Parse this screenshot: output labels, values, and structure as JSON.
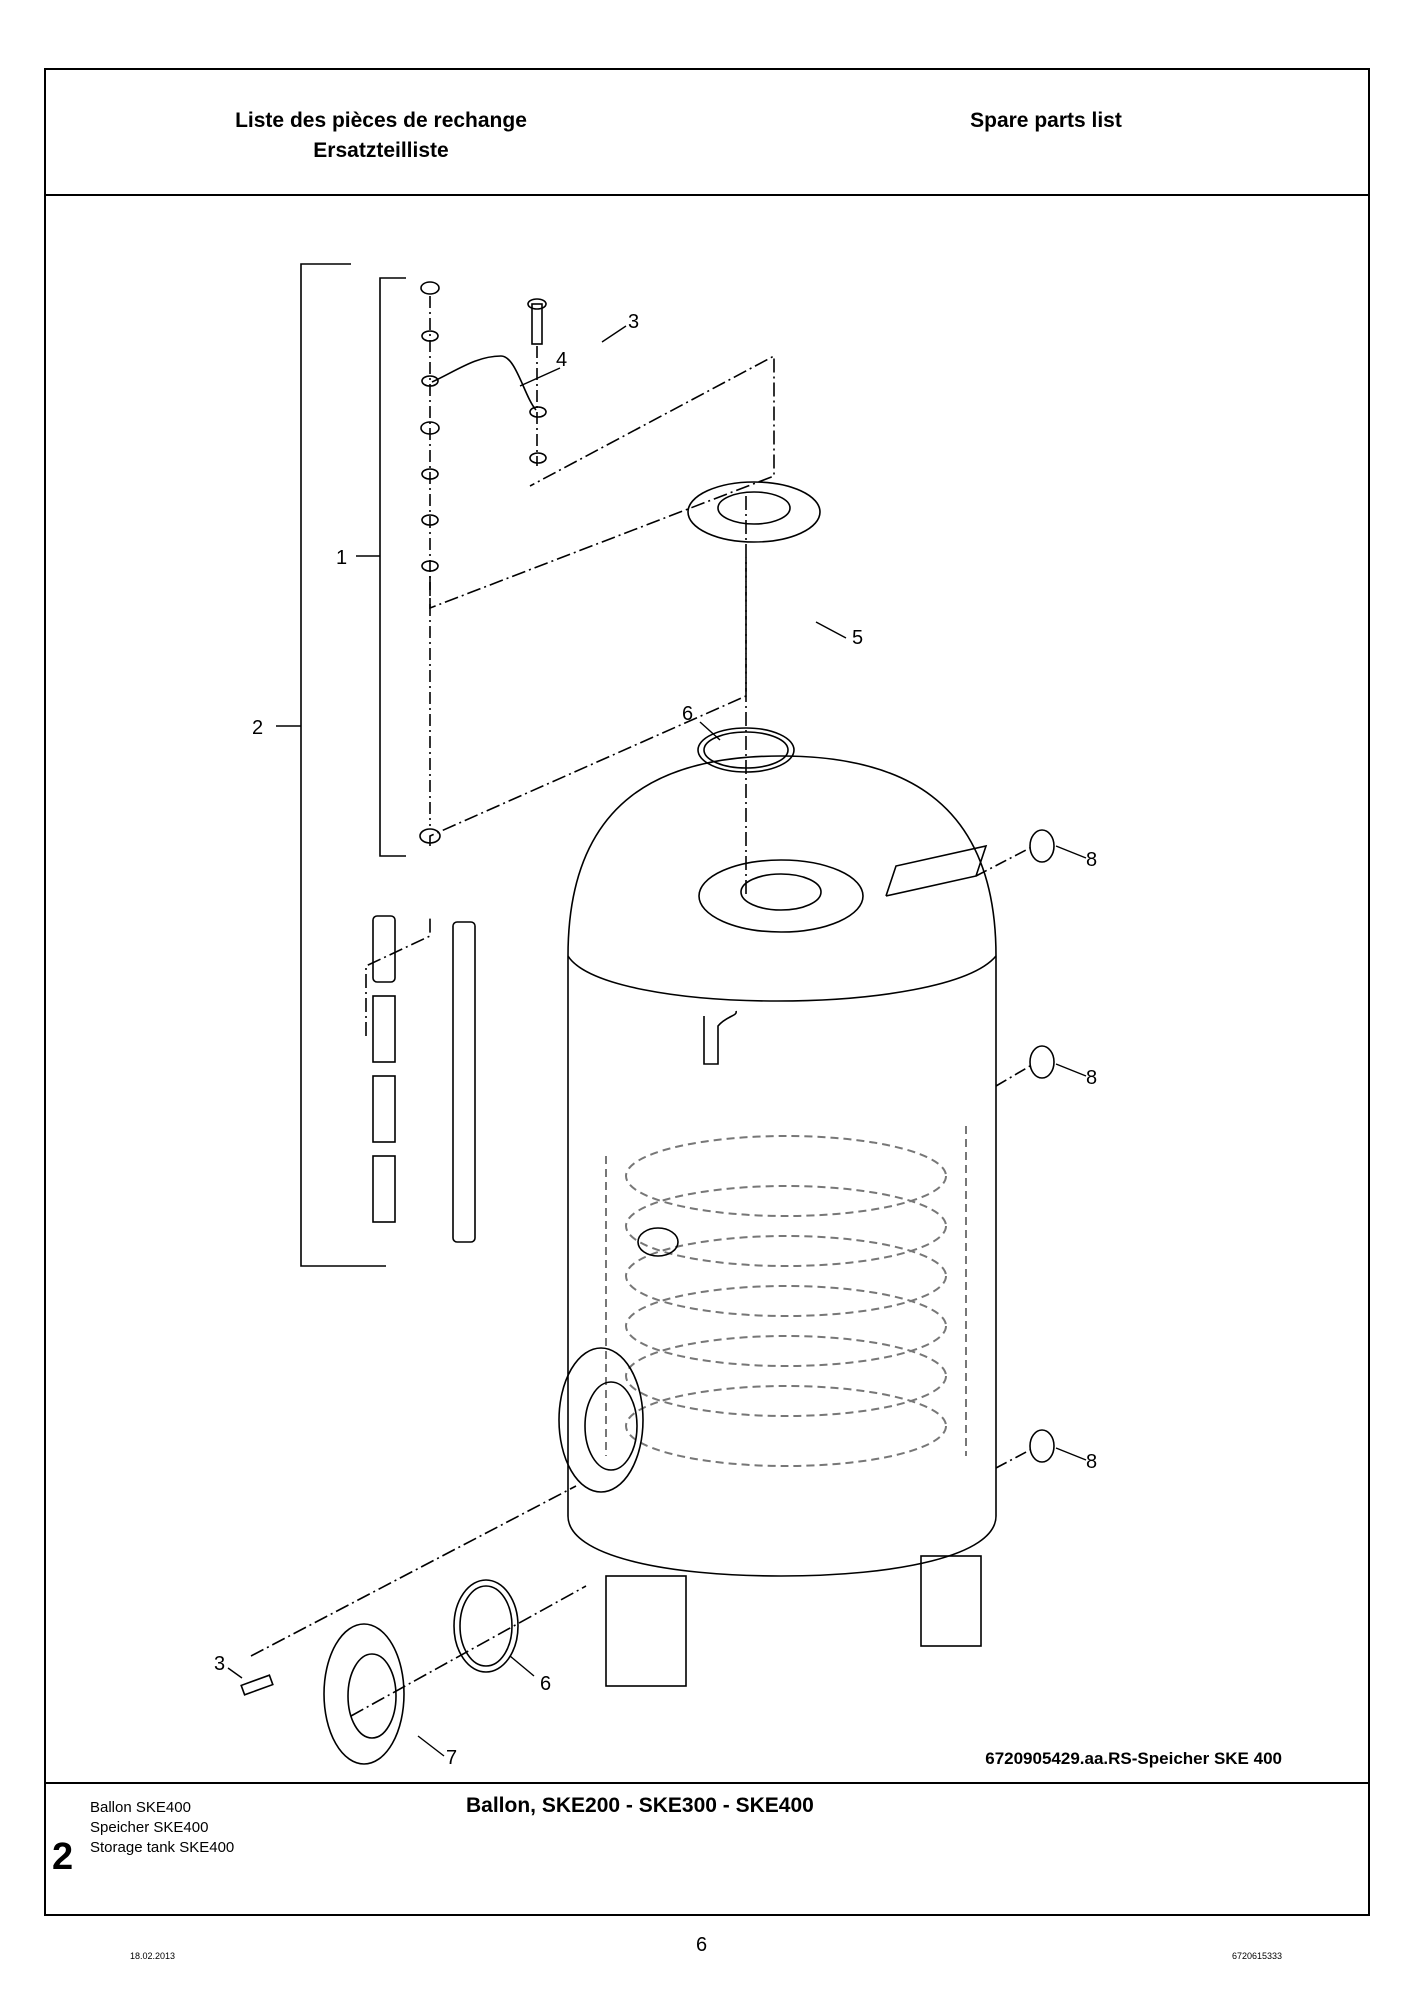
{
  "header": {
    "left_line1": "Liste des pièces de rechange",
    "left_line2": "Ersatzteilliste",
    "right": "Spare parts list"
  },
  "drawing": {
    "caption": "6720905429.aa.RS-Speicher SKE 400",
    "callouts": [
      "1",
      "2",
      "3",
      "4",
      "5",
      "6",
      "8",
      "8",
      "8",
      "6",
      "3",
      "7"
    ]
  },
  "footer": {
    "names": [
      "Ballon SKE400",
      "Speicher SKE400",
      "Storage tank SKE400"
    ],
    "section_number": "2",
    "title": "Ballon, SKE200 - SKE300 - SKE400"
  },
  "page": {
    "date": "18.02.2013",
    "number": "6",
    "code": "6720615333"
  }
}
